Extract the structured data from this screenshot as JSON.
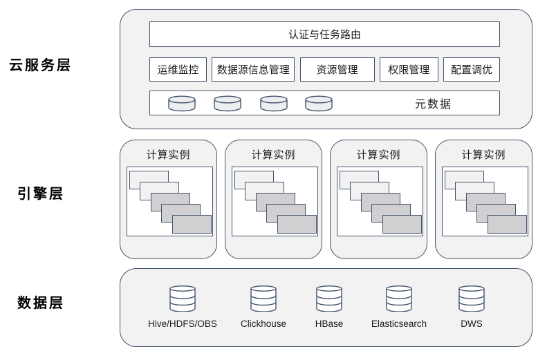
{
  "layer_labels": {
    "cloud": "云服务层",
    "engine": "引擎层",
    "data": "数据层"
  },
  "cloud_layer": {
    "auth_router_label": "认证与任务路由",
    "modules": [
      {
        "label": "运维监控"
      },
      {
        "label": "数据源信息管理"
      },
      {
        "label": "资源管理"
      },
      {
        "label": "权限管理"
      },
      {
        "label": "配置调优"
      }
    ],
    "metadata": {
      "label": "元数据",
      "cylinder_count": 4
    }
  },
  "engine_layer": {
    "instances": [
      {
        "label": "计算实例"
      },
      {
        "label": "计算实例"
      },
      {
        "label": "计算实例"
      },
      {
        "label": "计算实例"
      }
    ]
  },
  "data_layer": {
    "stores": [
      {
        "label": "Hive/HDFS/OBS"
      },
      {
        "label": "Clickhouse"
      },
      {
        "label": "HBase"
      },
      {
        "label": "Elasticsearch"
      },
      {
        "label": "DWS"
      }
    ]
  },
  "colors": {
    "border": "#44546a",
    "panel_fill": "#f2f2f2",
    "box_fill": "#ffffff",
    "card_light": "#f2f2f3",
    "card_dark": "#d0d0d3",
    "metadata_cylinder_fill": "#eceef0",
    "text": "#1a1a1a"
  }
}
